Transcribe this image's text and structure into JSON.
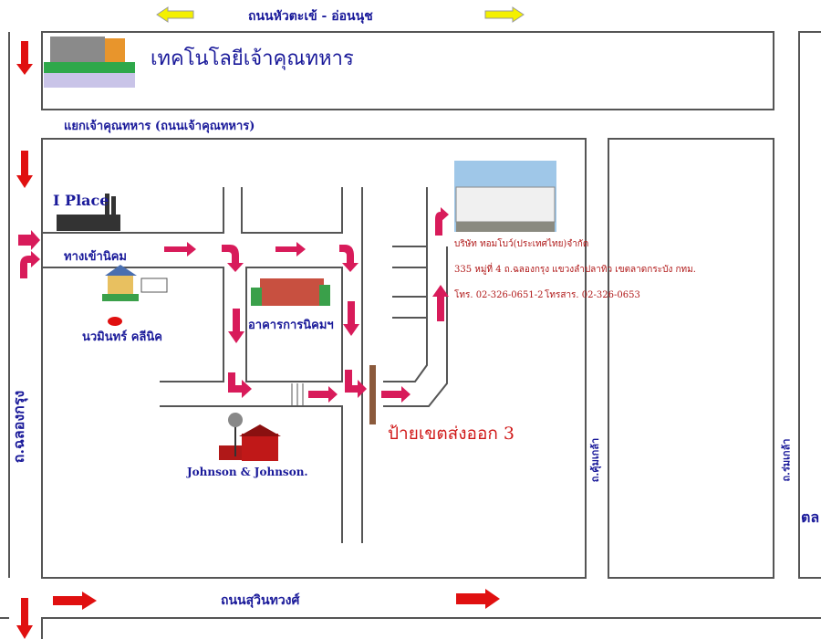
{
  "roads": {
    "top": "ถนนหัวตะเข้ - อ่อนนุช",
    "junction": "แยกเจ้าคุณทหาร (ถนนเจ้าคุณทหาร)",
    "left": "ถ.ฉลองกรุง",
    "bottom": "ถนนสุวินทวงศ์",
    "middle_right": "ถ.คุ้มเกล้า",
    "right": "ถ.ร่มเกล้า",
    "right_cut": "ตล"
  },
  "places": {
    "technology": "เทคโนโลยีเจ้าคุณทหาร",
    "iplace": "I Place",
    "entrance": "ทางเข้านิคม",
    "clinic": "นวมินทร์ คลีนิค",
    "building": "อาคารการนิคมฯ",
    "jnj": "Johnson & Johnson.",
    "sign": "ป้ายเขตส่งออก 3"
  },
  "company": {
    "name": "บริษัท ทอมโบว์(ประเทศไทย)จำกัด",
    "address": "335 หมู่ที่ 4 ถ.ฉลองกรุง แขวงลำปลาทิว เขตลาดกระบัง กทม.",
    "phone": "โทร. 02-326-0651-2",
    "fax": "โทรสาร. 02-326-0653"
  },
  "colors": {
    "navy": "#1a1a9a",
    "red": "#e01010",
    "pink": "#d81b5a",
    "yellow": "#f4f000",
    "company": "#b01818"
  }
}
